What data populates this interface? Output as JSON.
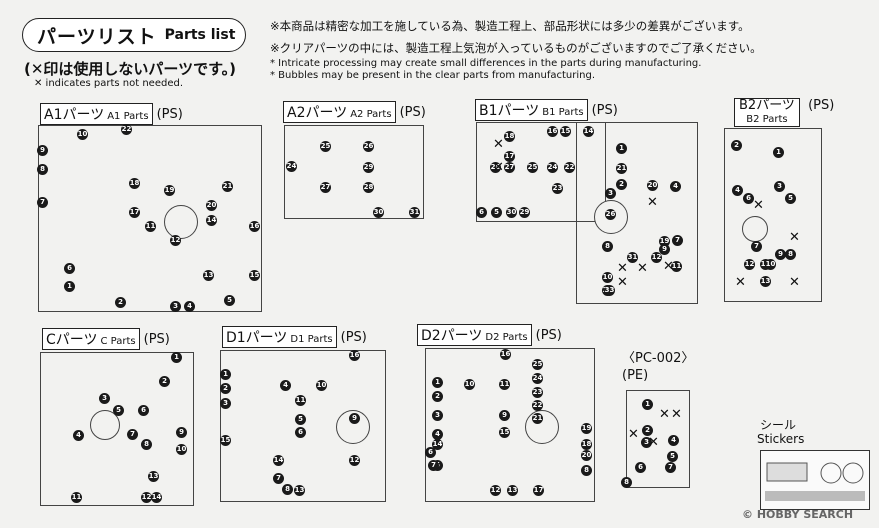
{
  "header": {
    "title_jp": "パーツリスト",
    "title_en": "Parts list",
    "x_note_jp": "(✕印は使用しないパーツです。)",
    "x_note_en": "✕ indicates parts not needed."
  },
  "notices": [
    "※本商品は精密な加工を施している為、製造工程上、部品形状には多少の差異がございます。",
    "※クリアパーツの中には、製造工程上気泡が入っているものがございますのでご了承ください。",
    "* Intricate processing may create small differences in the parts during manufacturing.",
    "* Bubbles may be present in the clear parts from manufacturing."
  ],
  "runners": [
    {
      "key": "a1",
      "jp": "A1パーツ",
      "en": "A1 Parts",
      "material": "(PS)",
      "nums": [
        "10",
        "22",
        "9",
        "8",
        "18",
        "19",
        "21",
        "7",
        "17",
        "20",
        "14",
        "16",
        "11",
        "12",
        "6",
        "13",
        "15",
        "1",
        "2",
        "3",
        "4",
        "5"
      ]
    },
    {
      "key": "a2",
      "jp": "A2パーツ",
      "en": "A2 Parts",
      "material": "(PS)",
      "nums": [
        "25",
        "26",
        "24",
        "27",
        "28",
        "29",
        "30",
        "31"
      ]
    },
    {
      "key": "b1",
      "jp": "B1パーツ",
      "en": "B1 Parts",
      "material": "(PS)",
      "nums": [
        "18",
        "17",
        "16",
        "15",
        "14",
        "1",
        "28",
        "27",
        "25",
        "24",
        "23",
        "22",
        "21",
        "2",
        "3",
        "20",
        "4",
        "6",
        "5",
        "30",
        "29",
        "26",
        "19",
        "7",
        "9",
        "8",
        "31",
        "12",
        "11",
        "10",
        "32",
        "33"
      ]
    },
    {
      "key": "b2",
      "jp": "B2パーツ",
      "en": "B2 Parts",
      "material": "(PS)",
      "nums": [
        "2",
        "1",
        "3",
        "4",
        "6",
        "5",
        "7",
        "9",
        "8",
        "12",
        "11",
        "10",
        "13"
      ]
    },
    {
      "key": "c",
      "jp": "Cパーツ",
      "en": "C Parts",
      "material": "(PS)",
      "nums": [
        "1",
        "2",
        "3",
        "5",
        "6",
        "4",
        "7",
        "9",
        "8",
        "10",
        "13",
        "11",
        "12",
        "14"
      ]
    },
    {
      "key": "d1",
      "jp": "D1パーツ",
      "en": "D1 Parts",
      "material": "(PS)",
      "nums": [
        "16",
        "1",
        "2",
        "3",
        "4",
        "10",
        "11",
        "5",
        "6",
        "9",
        "15",
        "12",
        "14",
        "7",
        "8",
        "13"
      ]
    },
    {
      "key": "d2",
      "jp": "D2パーツ",
      "en": "D2 Parts",
      "material": "(PS)",
      "nums": [
        "16",
        "25",
        "1",
        "24",
        "23",
        "2",
        "10",
        "11",
        "22",
        "3",
        "9",
        "15",
        "21",
        "4",
        "19",
        "18",
        "14",
        "20",
        "6",
        "5",
        "7",
        "12",
        "13",
        "17",
        "8"
      ]
    }
  ],
  "pc002": {
    "label": "〈PC-002〉",
    "material": "(PE)",
    "nums": [
      "1",
      "2",
      "3",
      "4",
      "5",
      "6",
      "7",
      "8"
    ]
  },
  "stickers": {
    "jp": "シール",
    "en": "Stickers"
  },
  "watermark": "© HOBBY SEARCH"
}
